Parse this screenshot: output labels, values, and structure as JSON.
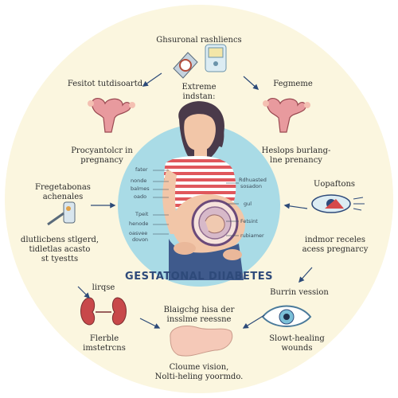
{
  "labels": {
    "top": "Ghsuronal rashliencs",
    "center_top_1": "Extreme",
    "center_top_2": "indstan:",
    "upper_left": "Fesitot tutdisoartd",
    "upper_right": "Fegmeme",
    "left_mid_1": "Procyantolcr in",
    "left_mid_2": "pregnancy",
    "right_mid_1": "Heslops burlang-",
    "right_mid_2": "lne prenancy",
    "left_1": "Fregetabonas",
    "left_2": "achenales",
    "right_1": "Uopaftons",
    "left_low_1": "dlutlicbens stlgerd,",
    "left_low_2": "tidletlas acasto",
    "left_low_3": "st tyestts",
    "right_low_1": "indmor receles",
    "right_low_2": "acess pregnarcy",
    "bottom_left_top": "lirqse",
    "bottom_left_1": "Flerble",
    "bottom_left_2": "imstetrcns",
    "bottom_center_1": "Blaigchg hisa der",
    "bottom_center_2": "insslme reessne",
    "bottom_right_top": "Burrin vession",
    "bottom_right_1": "Slowt-healing",
    "bottom_right_2": "wounds",
    "bottom_1": "Cloume vision,",
    "bottom_2": "Nolti-heling yoormdo.",
    "title": "GESTATONAL DIIABETES"
  },
  "callouts": {
    "c1": "fater",
    "c2": "nonde",
    "c3": "balmes",
    "c4": "oado",
    "c5": "Tpeit",
    "c6": "henode",
    "c7": "oasvee",
    "c8": "dovon",
    "c9": "Rdhuasted",
    "c10": "sosadon",
    "c11": "gul",
    "c12": "Fetsint",
    "c13": "rubiamer"
  },
  "colors": {
    "outer_circle": "#fbf6df",
    "inner_circle": "#a9dbe6",
    "stripe": "#e0575c",
    "jeans": "#3f5a8c",
    "hair": "#4a3a4a",
    "skin": "#f2c6a8",
    "title": "#2e4a7a",
    "arrow": "#2c4a78"
  }
}
